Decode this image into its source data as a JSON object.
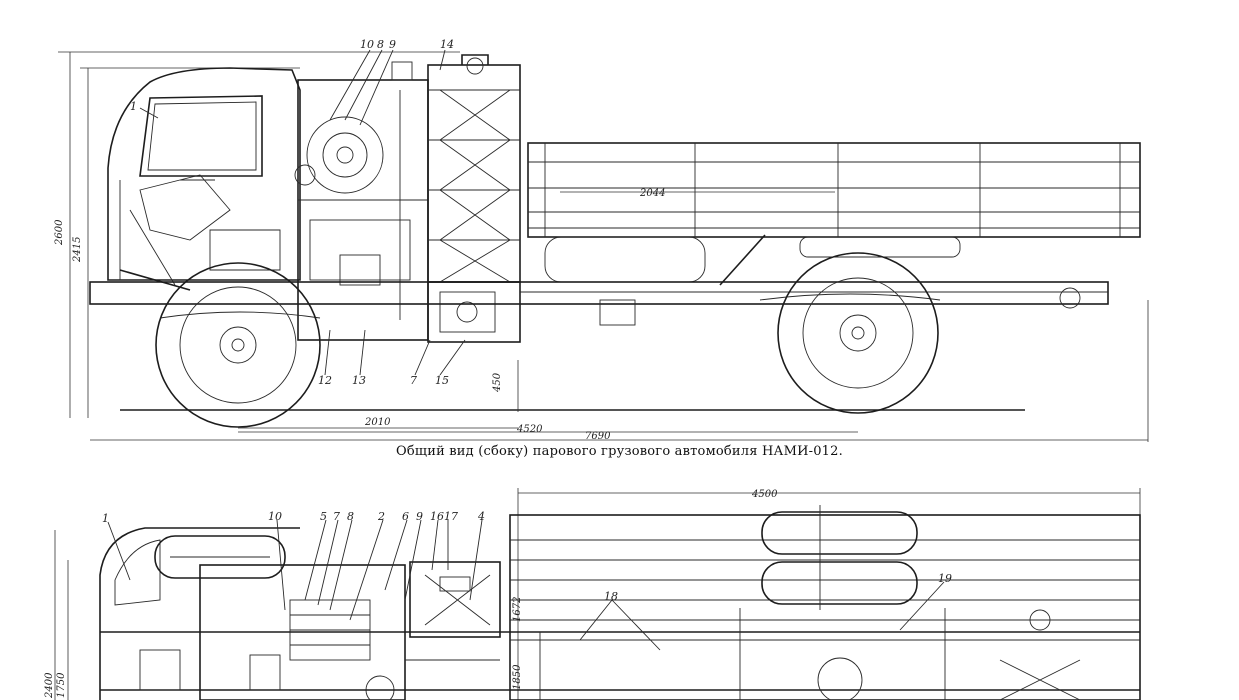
{
  "caption": "Общий вид (сбоку) парового грузового автомобиля НАМИ-012.",
  "side_view": {
    "callouts": [
      "1",
      "10",
      "8",
      "9",
      "14",
      "12",
      "13",
      "7",
      "15"
    ],
    "dimensions": [
      "2600",
      "2415",
      "2044",
      "450",
      "2010",
      "4520",
      "7690"
    ]
  },
  "top_view": {
    "callouts": [
      "1",
      "10",
      "5",
      "7",
      "8",
      "2",
      "6",
      "9",
      "16",
      "17",
      "4",
      "18",
      "19"
    ],
    "dimensions": [
      "4500",
      "2400",
      "1750",
      "1850",
      "1672"
    ]
  }
}
